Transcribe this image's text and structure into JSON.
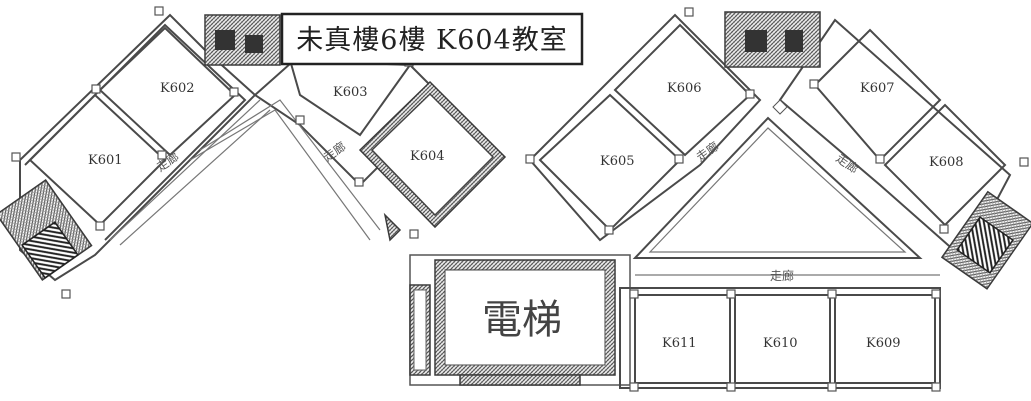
{
  "title": "未真樓6樓  K604教室",
  "elevator_label": "電梯",
  "corridor_label": "走廊",
  "rooms": [
    "K601",
    "K602",
    "K603",
    "K604",
    "K605",
    "K606",
    "K607",
    "K608",
    "K609",
    "K610",
    "K611"
  ],
  "highlight_room": "K604",
  "colors": {
    "wall": "#4a4a4a",
    "hatch": "#555555",
    "background": "#ffffff"
  }
}
